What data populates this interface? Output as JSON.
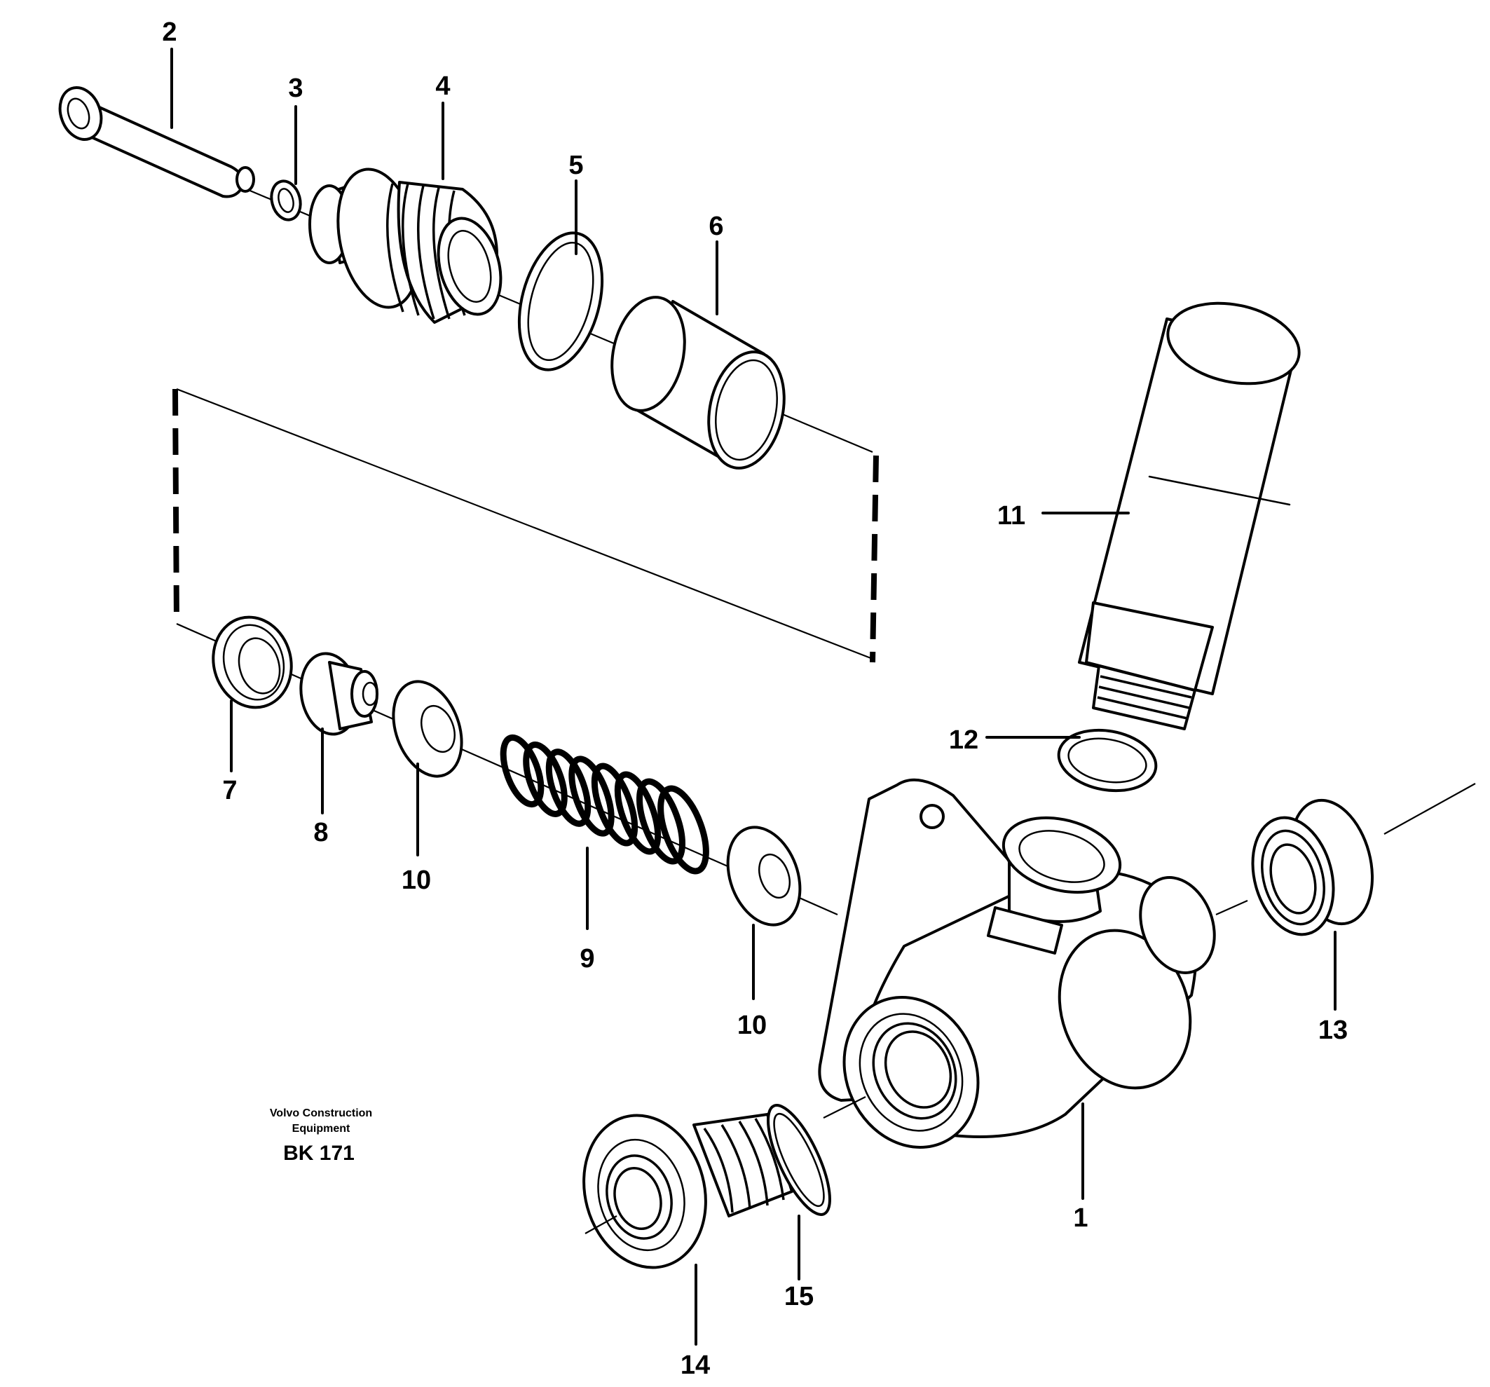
{
  "diagram": {
    "callouts": [
      "1",
      "2",
      "3",
      "4",
      "5",
      "6",
      "7",
      "8",
      "9",
      "10",
      "10",
      "11",
      "12",
      "13",
      "14",
      "15"
    ],
    "manufacturer_line1": "Volvo Construction",
    "manufacturer_line2": "Equipment",
    "drawing_code": "BK 171"
  }
}
